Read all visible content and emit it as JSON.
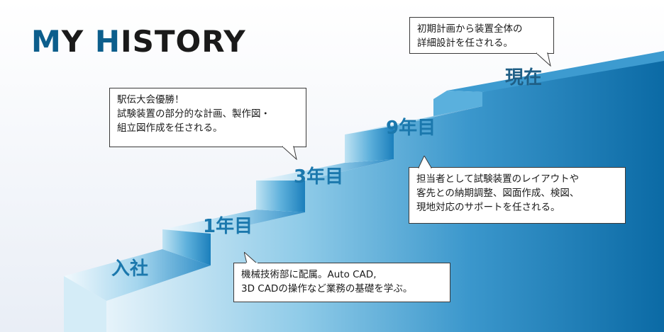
{
  "title": {
    "parts": [
      "M",
      "Y ",
      "H",
      "ISTORY"
    ]
  },
  "steps": {
    "entry": "入社",
    "year1": "1年目",
    "year3": "3年目",
    "year9": "9年目",
    "now": "現在"
  },
  "callouts": {
    "entry": [
      "機械技術部に配属。Auto CAD,",
      "3D CADの操作など業務の基礎を学ぶ。"
    ],
    "year3": [
      "駅伝大会優勝！",
      "試験装置の部分的な計画、製作図・",
      "組立図作成を任される。"
    ],
    "year9": [
      "担当者として試験装置のレイアウトや",
      "客先との納期調整、図面作成、検図、",
      "現地対応のサポートを任される。"
    ],
    "now": [
      "初期計画から装置全体の",
      "詳細設計を任される。"
    ]
  },
  "colors": {
    "accent": "#0c5e8c",
    "step_light": "#d9eef8",
    "step_dark": "#0b6aa5"
  }
}
